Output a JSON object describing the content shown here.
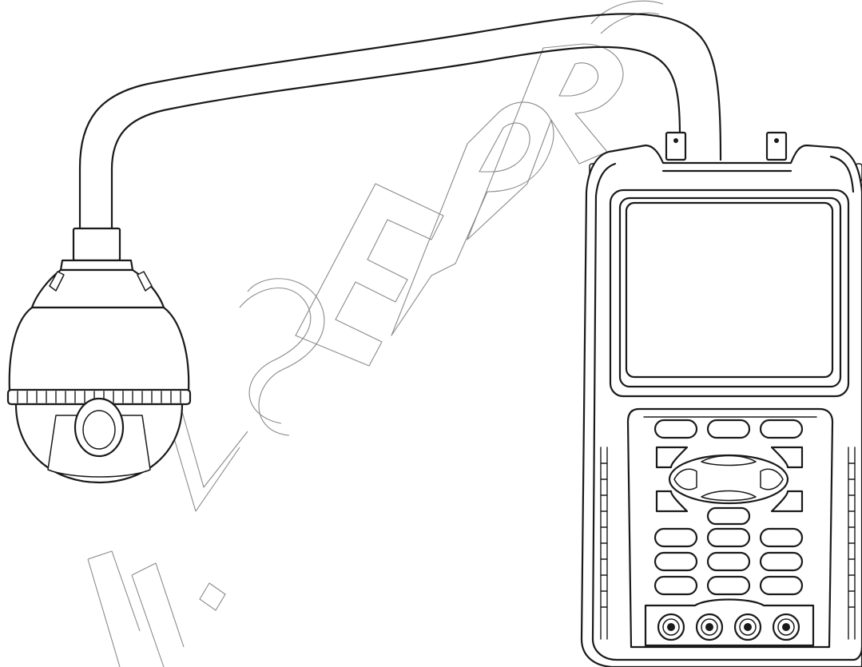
{
  "watermark": {
    "text": "www.VSEPRO",
    "color": "#8a8a8a"
  },
  "diagram": {
    "components": [
      "speed-dome-camera",
      "connection-cable",
      "handheld-tester"
    ],
    "tester": {
      "screen": "lcd-screen",
      "button_rows": 6,
      "bottom_connectors": 4
    },
    "line_color": "#1a1a1a",
    "background": "#ffffff"
  }
}
